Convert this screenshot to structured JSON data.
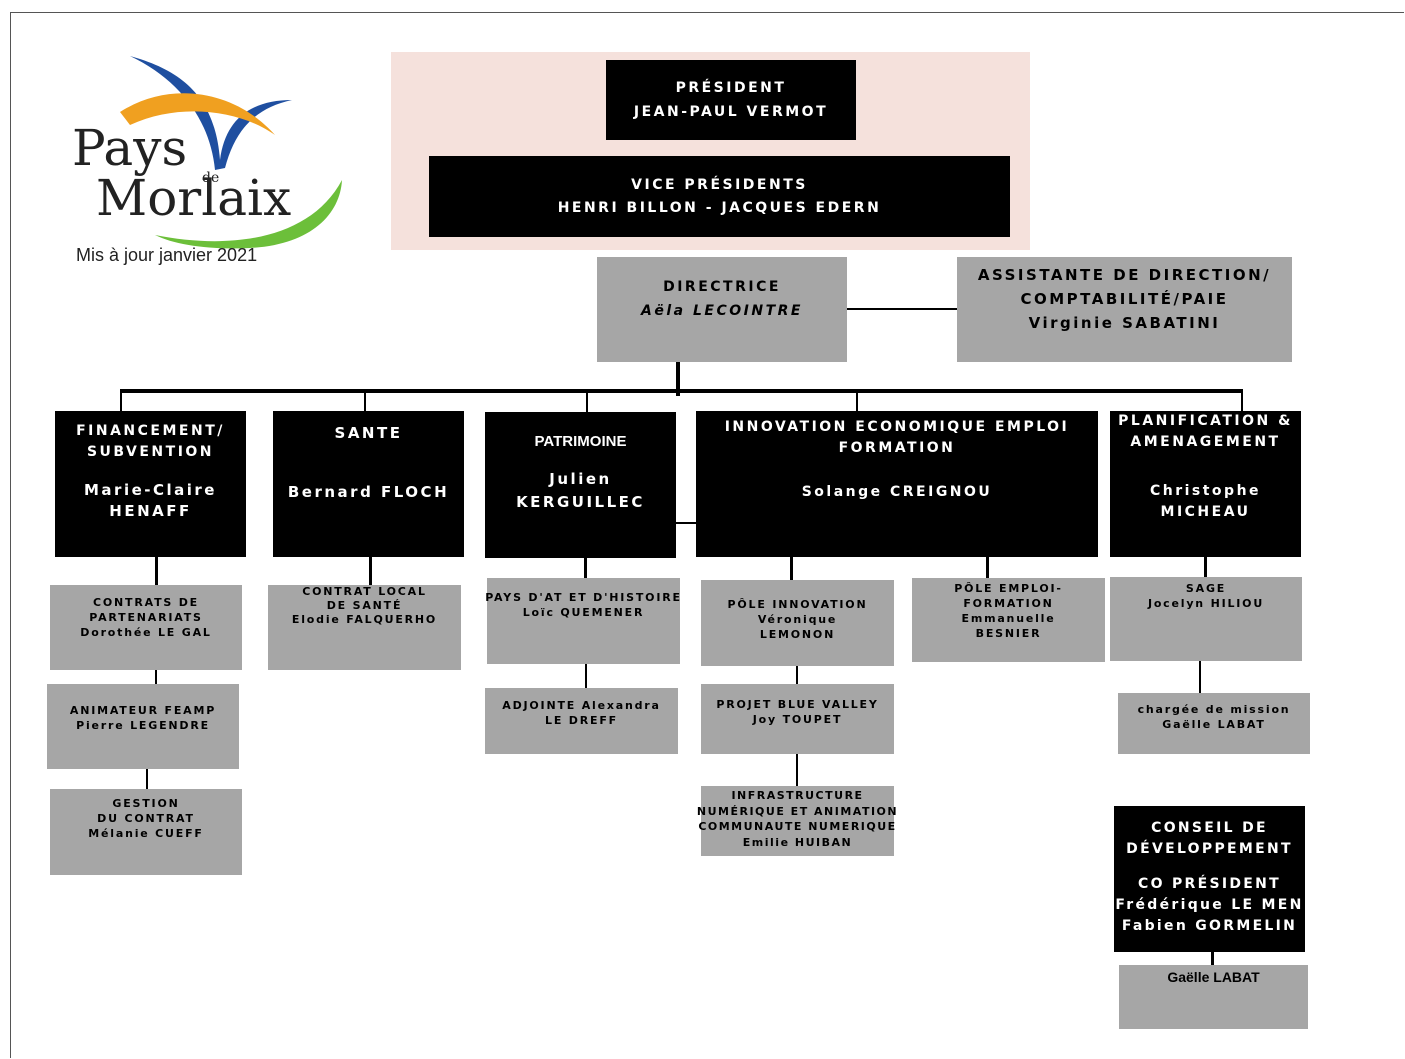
{
  "logo": {
    "line1": "Pays",
    "line2": "de",
    "line3": "Morlaix",
    "colors": {
      "blue": "#1f4fa0",
      "orange": "#f0a020",
      "green": "#6cbf3a"
    }
  },
  "update_note": "Mis à jour janvier 2021",
  "president": {
    "title": "PRÉSIDENT",
    "name": "JEAN-PAUL VERMOT"
  },
  "vice_presidents": {
    "title": "VICE PRÉSIDENTS",
    "names": "HENRI BILLON - JACQUES EDERN"
  },
  "directrice": {
    "title": "DIRECTRICE",
    "name": "Aëla LECOINTRE"
  },
  "assistante": {
    "line1": "ASSISTANTE DE DIRECTION/",
    "line2": "COMPTABILITÉ/PAIE",
    "name": "Virginie SABATINI"
  },
  "departments": {
    "financement": {
      "line1": "FINANCEMENT/",
      "line2": "SUBVENTION",
      "name1": "Marie-Claire",
      "name2": "HENAFF"
    },
    "sante": {
      "title": "SANTE",
      "name": "Bernard FLOCH"
    },
    "patrimoine": {
      "title": "PATRIMOINE",
      "name1": "Julien",
      "name2": "KERGUILLEC"
    },
    "innovation": {
      "line1": "INNOVATION ECONOMIQUE EMPLOI",
      "line2": "FORMATION",
      "name": "Solange CREIGNOU"
    },
    "planification": {
      "line1": "PLANIFICATION &",
      "line2": "AMENAGEMENT",
      "name1": "Christophe",
      "name2": "MICHEAU"
    }
  },
  "subunits": {
    "contrats": {
      "line1": "CONTRATS DE",
      "line2": "PARTENARIATS",
      "line3": "Dorothée LE GAL"
    },
    "feamp": {
      "line1": "ANIMATEUR FEAMP",
      "line2": "Pierre LEGENDRE"
    },
    "gestion": {
      "line1": "GESTION",
      "line2": "DU CONTRAT",
      "line3": "Mélanie CUEFF"
    },
    "contrat_sante": {
      "line1": "CONTRAT LOCAL",
      "line2": "DE SANTÉ",
      "line3": "Elodie FALQUERHO"
    },
    "pays_art": {
      "line1": "PAYS D'AT ET D'HISTOIRE",
      "line2": "Loïc QUEMENER"
    },
    "adjointe": {
      "line1": "ADJOINTE Alexandra",
      "line2": "LE DREFF"
    },
    "pole_innovation": {
      "line1": "PÔLE INNOVATION",
      "line2": "Véronique",
      "line3": "LEMONON"
    },
    "blue_valley": {
      "line1": "PROJET BLUE VALLEY",
      "line2": "Joy TOUPET"
    },
    "infrastructure": {
      "line1": "INFRASTRUCTURE",
      "line2": "NUMÉRIQUE ET ANIMATION",
      "line3": "COMMUNAUTE NUMERIQUE",
      "line4": "Emilie HUIBAN"
    },
    "pole_emploi": {
      "line1": "PÔLE EMPLOI-",
      "line2": "FORMATION",
      "line3": "Emmanuelle",
      "line4": "BESNIER"
    },
    "sage": {
      "line1": "SAGE",
      "line2": "Jocelyn HILIOU"
    },
    "chargee": {
      "line1": "chargée de mission",
      "line2": "Gaëlle LABAT"
    }
  },
  "conseil": {
    "line1": "CONSEIL DE",
    "line2": "DÉVELOPPEMENT",
    "line3": "CO PRÉSIDENT",
    "line4": "Frédérique LE MEN",
    "line5": "Fabien GORMELIN"
  },
  "conseil_member": {
    "name": "Gaëlle LABAT"
  }
}
